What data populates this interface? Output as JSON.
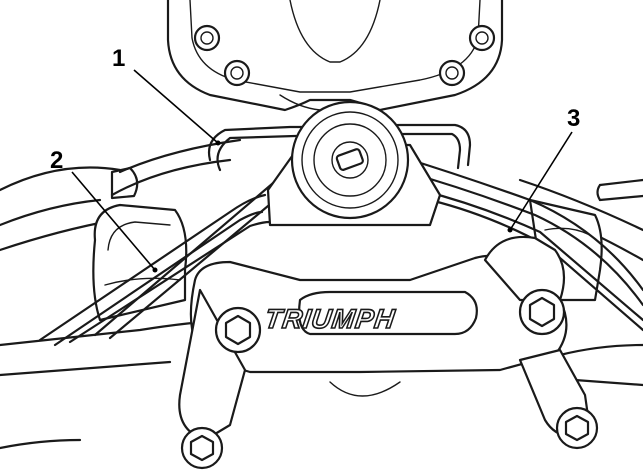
{
  "callouts": [
    {
      "label": "1"
    },
    {
      "label": "2"
    },
    {
      "label": "3"
    }
  ],
  "brand_text": "TRIUMPH"
}
